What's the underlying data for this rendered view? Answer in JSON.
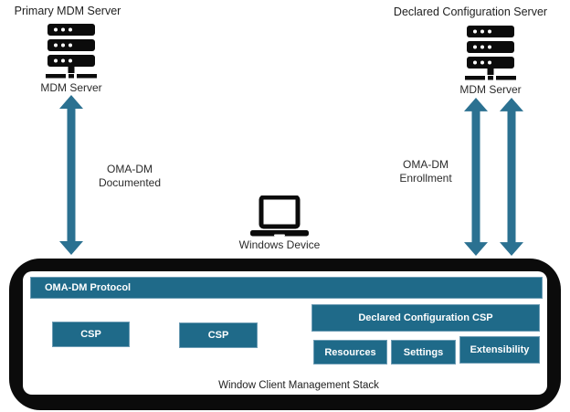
{
  "colors": {
    "teal_box": "#1f6a89",
    "arrow": "#2b7191",
    "container_black": "#0b0b0b",
    "text": "#2b2b2b"
  },
  "icons": {
    "server_icon": "stacked-server-rack glyph",
    "laptop_icon": "laptop glyph",
    "double_arrow_icon": "vertical double-headed arrow"
  },
  "top": {
    "primary_server_title": "Primary MDM Server",
    "primary_server_caption": "MDM Server",
    "declared_server_title": "Declared Configuration Server",
    "declared_server_caption": "MDM Server",
    "left_arrow_label": "OMA-DM\nDocumented",
    "right_arrow_label": "OMA-DM\nEnrollment",
    "device_caption": "Windows Device"
  },
  "stack": {
    "protocol_banner": "OMA-DM Protocol",
    "csp1": "CSP",
    "csp2": "CSP",
    "declared_csp": "Declared Configuration CSP",
    "resources": "Resources",
    "settings": "Settings",
    "extensibility": "Extensibility",
    "caption": "Window Client Management Stack"
  }
}
